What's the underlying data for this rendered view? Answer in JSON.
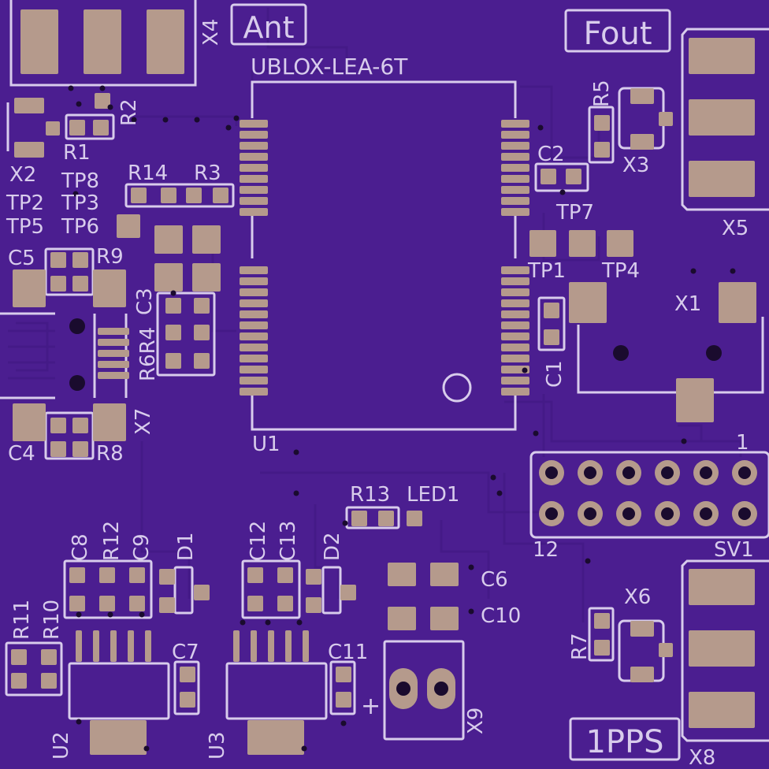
{
  "colors": {
    "board": "#4b1e90",
    "trace": "#4a1c8c",
    "trace_edge": "#3f1780",
    "pad": "#b59a8c",
    "silk": "#d8ccec",
    "hole": "#1a0b2e"
  },
  "boxed_labels": {
    "ant": "Ant",
    "fout": "Fout",
    "pps": "1PPS"
  },
  "labels": {
    "ublox": "UBLOX-LEA-6T",
    "u1": "U1",
    "x1": "X1",
    "x2": "X2",
    "x3": "X3",
    "x4": "X4",
    "x5": "X5",
    "x6": "X6",
    "x7": "X7",
    "x8": "X8",
    "x9": "X9",
    "r1": "R1",
    "r2": "R2",
    "r3": "R3",
    "r5": "R5",
    "r7": "R7",
    "r8": "R8",
    "r9": "R9",
    "r10": "R10",
    "r11": "R11",
    "r12": "R12",
    "r13": "R13",
    "r14": "R14",
    "r6r4": "R6R4",
    "c1": "C1",
    "c2": "C2",
    "c3": "C3",
    "c4": "C4",
    "c5": "C5",
    "c6": "C6",
    "c7": "C7",
    "c8": "C8",
    "c9": "C9",
    "c10": "C10",
    "c11": "C11",
    "c12": "C12",
    "c13": "C13",
    "d1": "D1",
    "d2": "D2",
    "u2": "U2",
    "u3": "U3",
    "led1": "LED1",
    "tp1": "TP1",
    "tp2": "TP2",
    "tp3": "TP3",
    "tp4": "TP4",
    "tp5": "TP5",
    "tp6": "TP6",
    "tp7": "TP7",
    "tp8": "TP8",
    "sv1": "SV1",
    "pin1": "1",
    "pin12": "12",
    "plus": "+"
  }
}
